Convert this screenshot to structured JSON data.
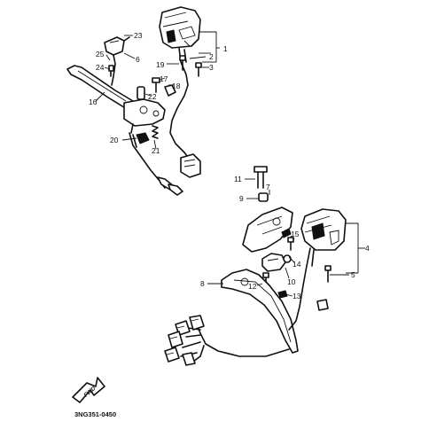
{
  "diagram": {
    "drawing_number": "3NG351-0450",
    "fwd_mark": "FWD",
    "callouts": [
      "1",
      "2",
      "3",
      "4",
      "5",
      "6",
      "7",
      "8",
      "9",
      "10",
      "11",
      "12",
      "13",
      "14",
      "15",
      "16",
      "17",
      "18",
      "19",
      "20",
      "21",
      "22",
      "23",
      "24",
      "25"
    ]
  }
}
